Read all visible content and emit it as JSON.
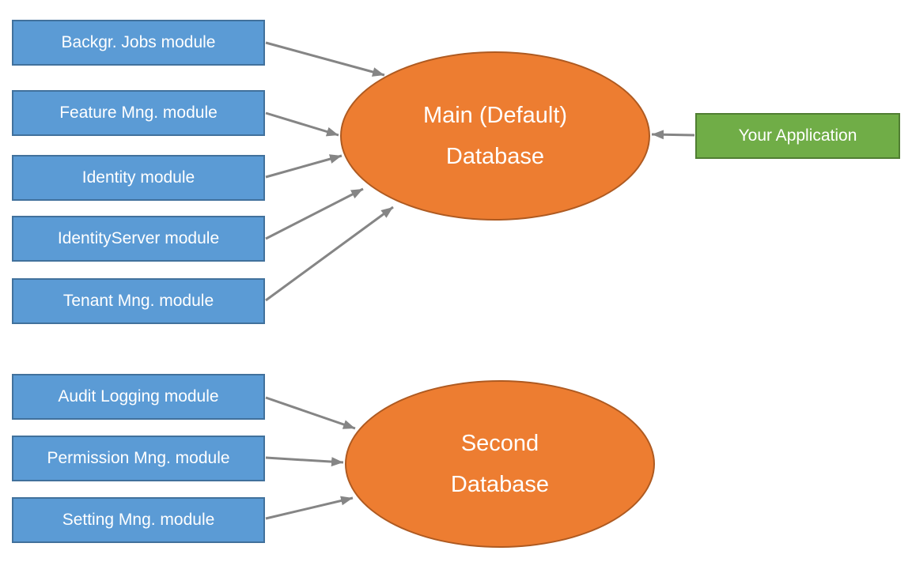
{
  "diagram": {
    "colors": {
      "module_fill": "#5B9BD5",
      "module_border": "#41719C",
      "database_fill": "#ED7D31",
      "database_border": "#AE5A21",
      "app_fill": "#70AD47",
      "app_border": "#507E32",
      "arrow": "#858585",
      "text": "#FFFFFF"
    },
    "main_modules": [
      {
        "label": "Backgr. Jobs module"
      },
      {
        "label": "Feature Mng. module"
      },
      {
        "label": "Identity module"
      },
      {
        "label": "IdentityServer module"
      },
      {
        "label": "Tenant Mng. module"
      }
    ],
    "second_modules": [
      {
        "label": "Audit Logging module"
      },
      {
        "label": "Permission Mng. module"
      },
      {
        "label": "Setting Mng. module"
      }
    ],
    "main_database": {
      "label_line1": "Main (Default)",
      "label_line2": "Database"
    },
    "second_database": {
      "label_line1": "Second",
      "label_line2": "Database"
    },
    "application": {
      "label": "Your Application"
    },
    "connections": [
      {
        "from": "Backgr. Jobs module",
        "to": "Main (Default) Database"
      },
      {
        "from": "Feature Mng. module",
        "to": "Main (Default) Database"
      },
      {
        "from": "Identity module",
        "to": "Main (Default) Database"
      },
      {
        "from": "IdentityServer module",
        "to": "Main (Default) Database"
      },
      {
        "from": "Tenant Mng. module",
        "to": "Main (Default) Database"
      },
      {
        "from": "Audit Logging module",
        "to": "Second Database"
      },
      {
        "from": "Permission Mng. module",
        "to": "Second Database"
      },
      {
        "from": "Setting Mng. module",
        "to": "Second Database"
      },
      {
        "from": "Your Application",
        "to": "Main (Default) Database"
      }
    ]
  }
}
